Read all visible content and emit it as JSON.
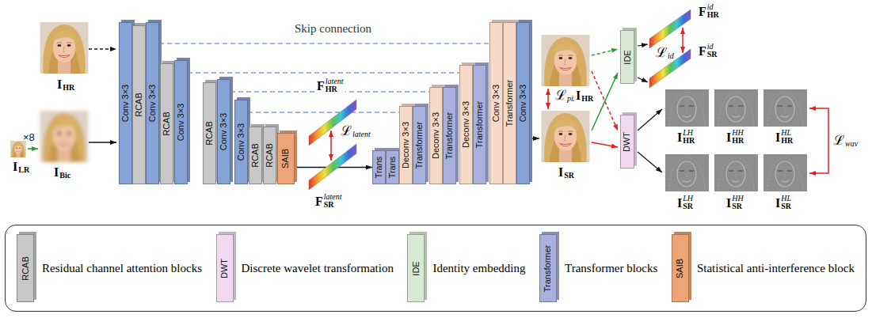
{
  "diagram": {
    "nodes": [
      {
        "text": [
          "Conv 3×3"
        ]
      },
      {
        "text": [
          "RCAB"
        ]
      },
      {
        "text": [
          "Conv 3×3"
        ]
      },
      {
        "text": [
          "RCAB"
        ]
      },
      {
        "text": [
          "Conv 3×3"
        ]
      },
      {
        "text": [
          "RCAB"
        ]
      },
      {
        "text": [
          "Conv 3×3"
        ]
      },
      {
        "text": [
          "Conv 3×3"
        ]
      },
      {
        "text": [
          "RCAB"
        ]
      },
      {
        "text": [
          "RCAB"
        ]
      },
      {
        "text": [
          "SAIB"
        ]
      },
      {
        "text": [
          "Trans"
        ]
      },
      {
        "text": [
          "Trans"
        ]
      },
      {
        "text": [
          "Deconv 3×3"
        ]
      },
      {
        "text": [
          "Transformer"
        ]
      },
      {
        "text": [
          "Deconv 3×3"
        ]
      },
      {
        "text": [
          "Transformer"
        ]
      },
      {
        "text": [
          "Deconv 3×3"
        ]
      },
      {
        "text": [
          "Transformer"
        ]
      },
      {
        "text": [
          "Conv 3×3"
        ]
      },
      {
        "text": [
          "Transformer"
        ]
      },
      {
        "text": [
          "Conv 3×3"
        ]
      },
      {
        "text": [
          "IDE"
        ]
      },
      {
        "text": [
          "DWT"
        ]
      }
    ],
    "edges": [
      {
        "from": 2,
        "to": 19,
        "arrow": "none"
      },
      {
        "from": 4,
        "to": 17,
        "arrow": "none"
      },
      {
        "from": 6,
        "to": 15,
        "arrow": "none"
      },
      {
        "from": 7,
        "to": 13,
        "arrow": "none"
      },
      {
        "from": 10,
        "to": 11,
        "arrow": "to"
      }
    ],
    "labels": [
      "Skip connection",
      "×8",
      "I",
      "HR",
      "I",
      "LR",
      "I",
      "Bic",
      "F",
      "latent",
      "HR",
      "ℒ",
      "latent",
      "F",
      "latent",
      "SR",
      "ℒ",
      "pix",
      "I",
      "HR",
      "I",
      "SR",
      "F",
      "id",
      "HR",
      "ℒ",
      "id",
      "F",
      "id",
      "SR",
      "I",
      "LH",
      "HR",
      "I",
      "HH",
      "HR",
      "I",
      "HL",
      "HR",
      "I",
      "LH",
      "SR",
      "I",
      "HH",
      "SR",
      "I",
      "HL",
      "SR",
      "ℒ",
      "wav",
      "RCAB",
      "DWT",
      "IDE",
      "Transformer",
      "SAIB"
    ],
    "legend": [
      {
        "text": "Residual channel attention blocks",
        "color": "#c8c8c8"
      },
      {
        "text": "Discrete wavelet transformation",
        "color": "#f2d9f2"
      },
      {
        "text": "Identity embedding",
        "color": "#d8ead3"
      },
      {
        "text": "Transformer blocks",
        "color": "#a8b0dd"
      },
      {
        "text": "Statistical anti-interference block",
        "color": "#eda476"
      }
    ]
  }
}
